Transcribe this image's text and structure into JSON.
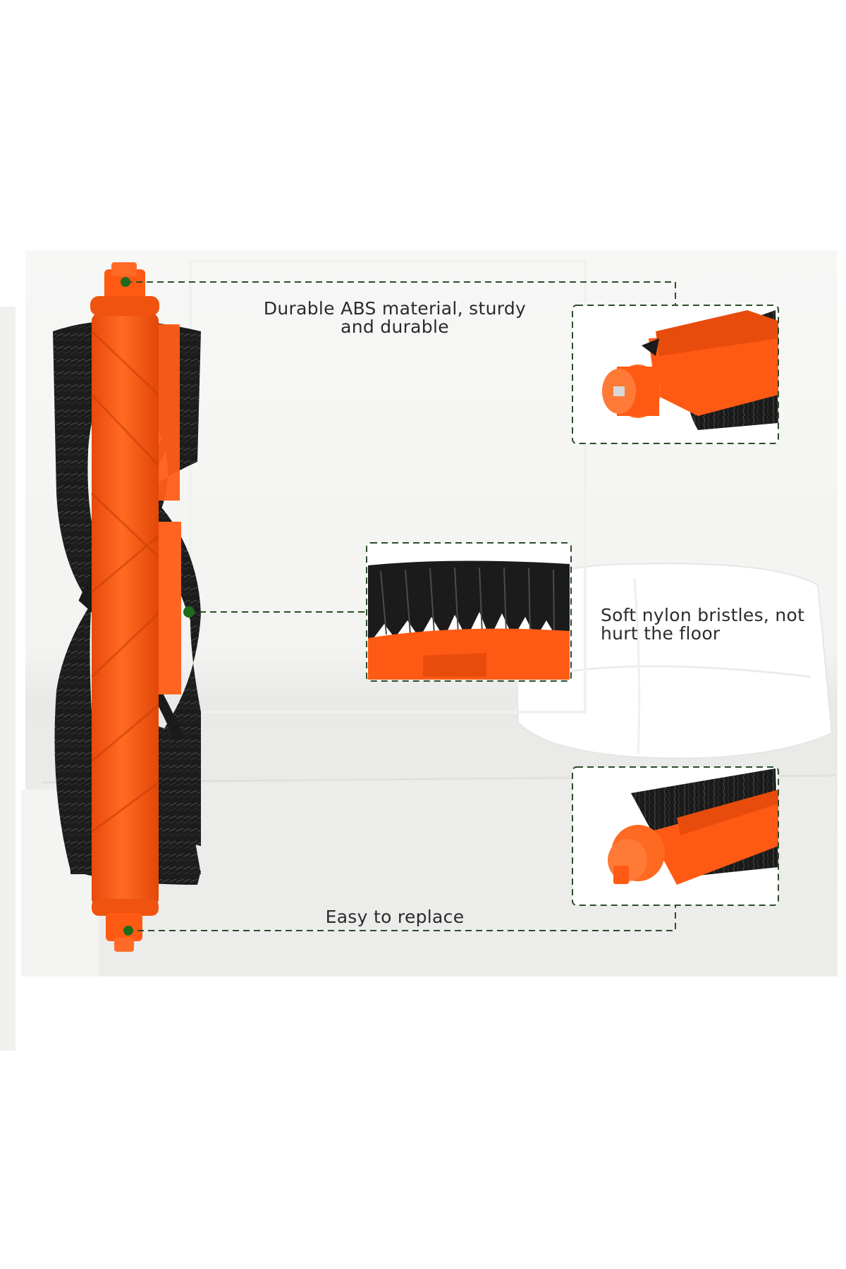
{
  "colors": {
    "accent_orange": "#ff5a14",
    "bristle_black": "#1b1b1b",
    "callout_green": "#1f4d1f",
    "room_background": "#f1f1ef"
  },
  "callouts": {
    "top": {
      "line1": "Durable ABS material, sturdy",
      "line2": "and durable"
    },
    "middle": {
      "line1": "Soft nylon bristles, not",
      "line2": "hurt the floor"
    },
    "bottom": {
      "line1": "Easy to replace"
    }
  }
}
